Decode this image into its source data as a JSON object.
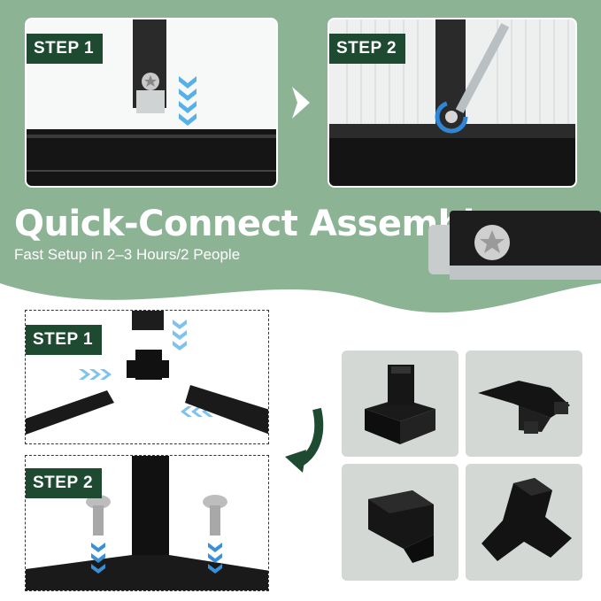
{
  "headline": "Quick-Connect Assembly",
  "subline": "Fast Setup in 2–3 Hours/2 People",
  "top_steps": [
    {
      "label": "STEP 1"
    },
    {
      "label": "STEP 2"
    }
  ],
  "bottom_steps": [
    {
      "label": "STEP 1"
    },
    {
      "label": "STEP 2"
    }
  ],
  "colors": {
    "green_bg": "#8db395",
    "badge": "#1f4a32",
    "arrow_blue": "#3a8fd9"
  },
  "icons": [
    "down-arrow-chevrons-icon",
    "right-chevron-icon",
    "rotate-arrow-icon",
    "curved-arrow-icon"
  ]
}
